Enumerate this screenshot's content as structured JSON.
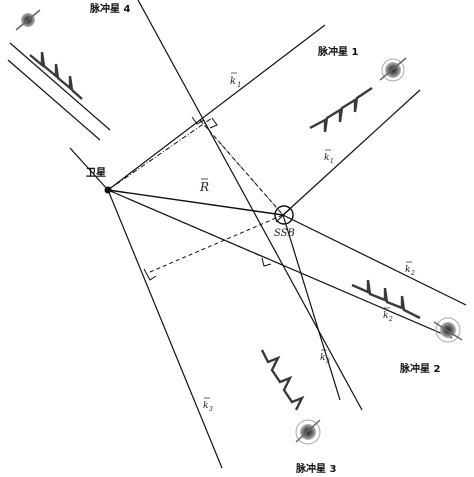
{
  "labels": {
    "pulsar1": "脉冲星 1",
    "pulsar2": "脉冲星 2",
    "pulsar3": "脉冲星 3",
    "pulsar4": "脉冲星 4",
    "satellite": "卫星",
    "ssb": "SSB",
    "r_vector": "R",
    "k1": "k",
    "k1_sub": "1",
    "k2": "k",
    "k2_sub": "2",
    "k3": "k",
    "k3_sub": "3"
  },
  "colors": {
    "line": "#111111",
    "pulse": "#3a3a3a",
    "star_core": "#555555"
  },
  "icons": {
    "pulsar": "pulsar-icon",
    "satellite": "satellite-icon",
    "ssb": "ssb-circle-icon"
  }
}
